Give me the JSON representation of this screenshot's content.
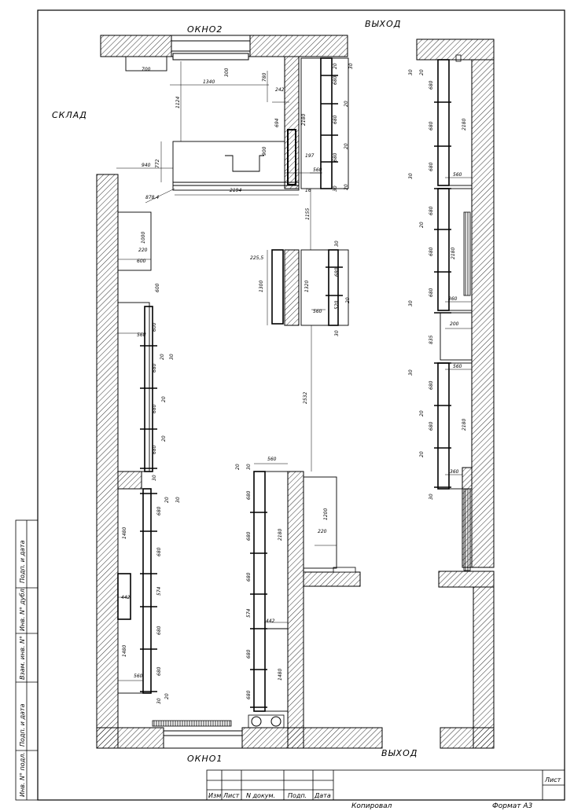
{
  "labels": {
    "okno2": "ОКНО2",
    "okno1": "ОКНО1",
    "vyhod_top": "ВЫХОД",
    "vyhod_bottom": "ВЫХОД",
    "sklad": "СКЛАД"
  },
  "dims": {
    "d700": "700",
    "d1340": "1340",
    "d300": "300",
    "d780": "780",
    "d242": "242",
    "d1124": "1124",
    "d694": "694",
    "d2180a": "2180",
    "d680a": "680",
    "d680b": "680",
    "d680c": "680",
    "d20a": "20",
    "d20b": "20",
    "d20c": "20",
    "d20d": "20",
    "d30a": "30",
    "d30b": "30",
    "d940": "940",
    "d772": "772",
    "d900": "900",
    "d197": "197",
    "d560a": "560",
    "d2194": "2194",
    "d16": "16",
    "d8784": "878,4",
    "d1155": "1155",
    "d1000": "1000",
    "d220a": "220",
    "d600a": "600",
    "d600b": "600",
    "d600c": "600",
    "d2255": "225,5",
    "d1300": "1300",
    "d1320": "1320",
    "d680d": "680",
    "d520": "520",
    "d560b": "560",
    "d30c": "30",
    "d20e": "20",
    "d30d": "30",
    "d560c": "560",
    "d680e": "680",
    "d680f": "680",
    "d680g": "680",
    "d20f": "20",
    "d30e": "30",
    "d20g": "20",
    "d20h": "20",
    "d30f": "30",
    "d2532": "2532",
    "d560d": "560",
    "d20i": "20",
    "d30g": "30",
    "d680h": "680",
    "d680i": "680",
    "d680j": "680",
    "d574a": "574",
    "d680k": "680",
    "d680l": "680",
    "d2180b": "2180",
    "d1480a": "1480",
    "d442a": "442",
    "d1200": "1200",
    "d220b": "220",
    "d1480b": "1480",
    "d680m": "680",
    "d680n": "680",
    "d574b": "574",
    "d680o": "680",
    "d680p": "680",
    "d1480c": "1480",
    "d442b": "442",
    "d560e": "560",
    "d30h": "30",
    "d20j": "20",
    "d20k": "20",
    "d30i": "30",
    "r30a": "30",
    "r20a": "20",
    "r680a": "680",
    "r680b": "680",
    "r680c": "680",
    "r2180a": "2180",
    "r560a": "560",
    "r30b": "30",
    "r20b": "20",
    "r680d": "680",
    "r680e": "680",
    "r680f": "680",
    "r2180b": "2180",
    "r360a": "360",
    "r200": "200",
    "r835": "835",
    "r560b": "560",
    "r680g": "680",
    "r680h": "680",
    "r2180c": "2180",
    "r360b": "360",
    "r30c": "30",
    "r20c": "20",
    "r30d": "30",
    "r20d": "20",
    "r30e": "30"
  },
  "stamp": {
    "izm": "Изм",
    "list": "Лист",
    "ndokum": "N докум.",
    "podp": "Подп.",
    "data": "Дата",
    "list_right": "Лист",
    "kopiroval": "Копировал",
    "format": "Формат А3"
  },
  "side": {
    "inv_podl": "Инв. N° подл.",
    "podp_data1": "Подп. и дата",
    "vzam_inv": "Взам. инв. N°",
    "inv_dubl": "Инв. N° дубл.",
    "podp_data2": "Подп. и дата"
  }
}
